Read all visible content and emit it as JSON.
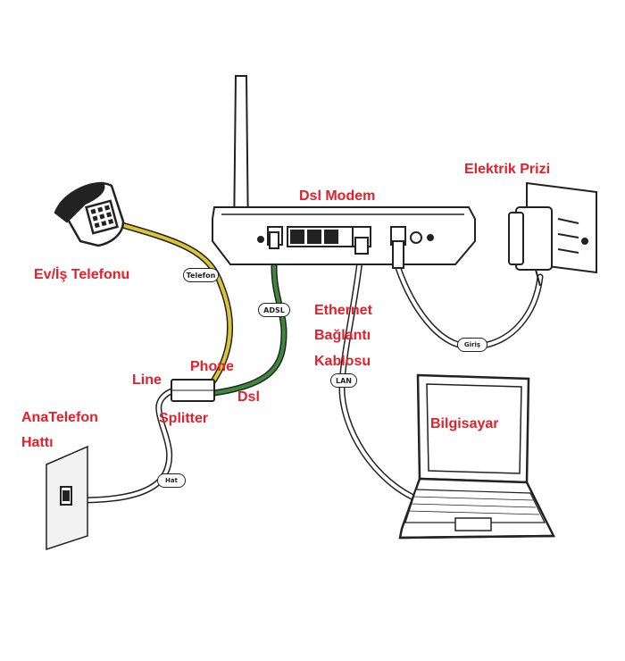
{
  "labels": {
    "modem": "Dsl Modem",
    "outlet": "Elektrik Prizi",
    "phone": "Ev/İş Telefonu",
    "ethernet_1": "Ethernet",
    "ethernet_2": "Bağlantı",
    "ethernet_3": "Kablosu",
    "line": "Line",
    "phone_port": "Phone",
    "splitter": "Splitter",
    "dsl": "Dsl",
    "mainline_1": "AnaTelefon",
    "mainline_2": "Hattı",
    "computer": "Bilgisayar"
  },
  "cable_tags": {
    "telefon": "Telefon",
    "adsl": "ADSL",
    "lan": "LAN",
    "giris": "Giriş",
    "hat": "Hat"
  },
  "colors": {
    "label_red": "#e4202a",
    "phone_cable": "#d9c43a",
    "adsl_cable": "#3a8a3a",
    "outline": "#222222"
  }
}
